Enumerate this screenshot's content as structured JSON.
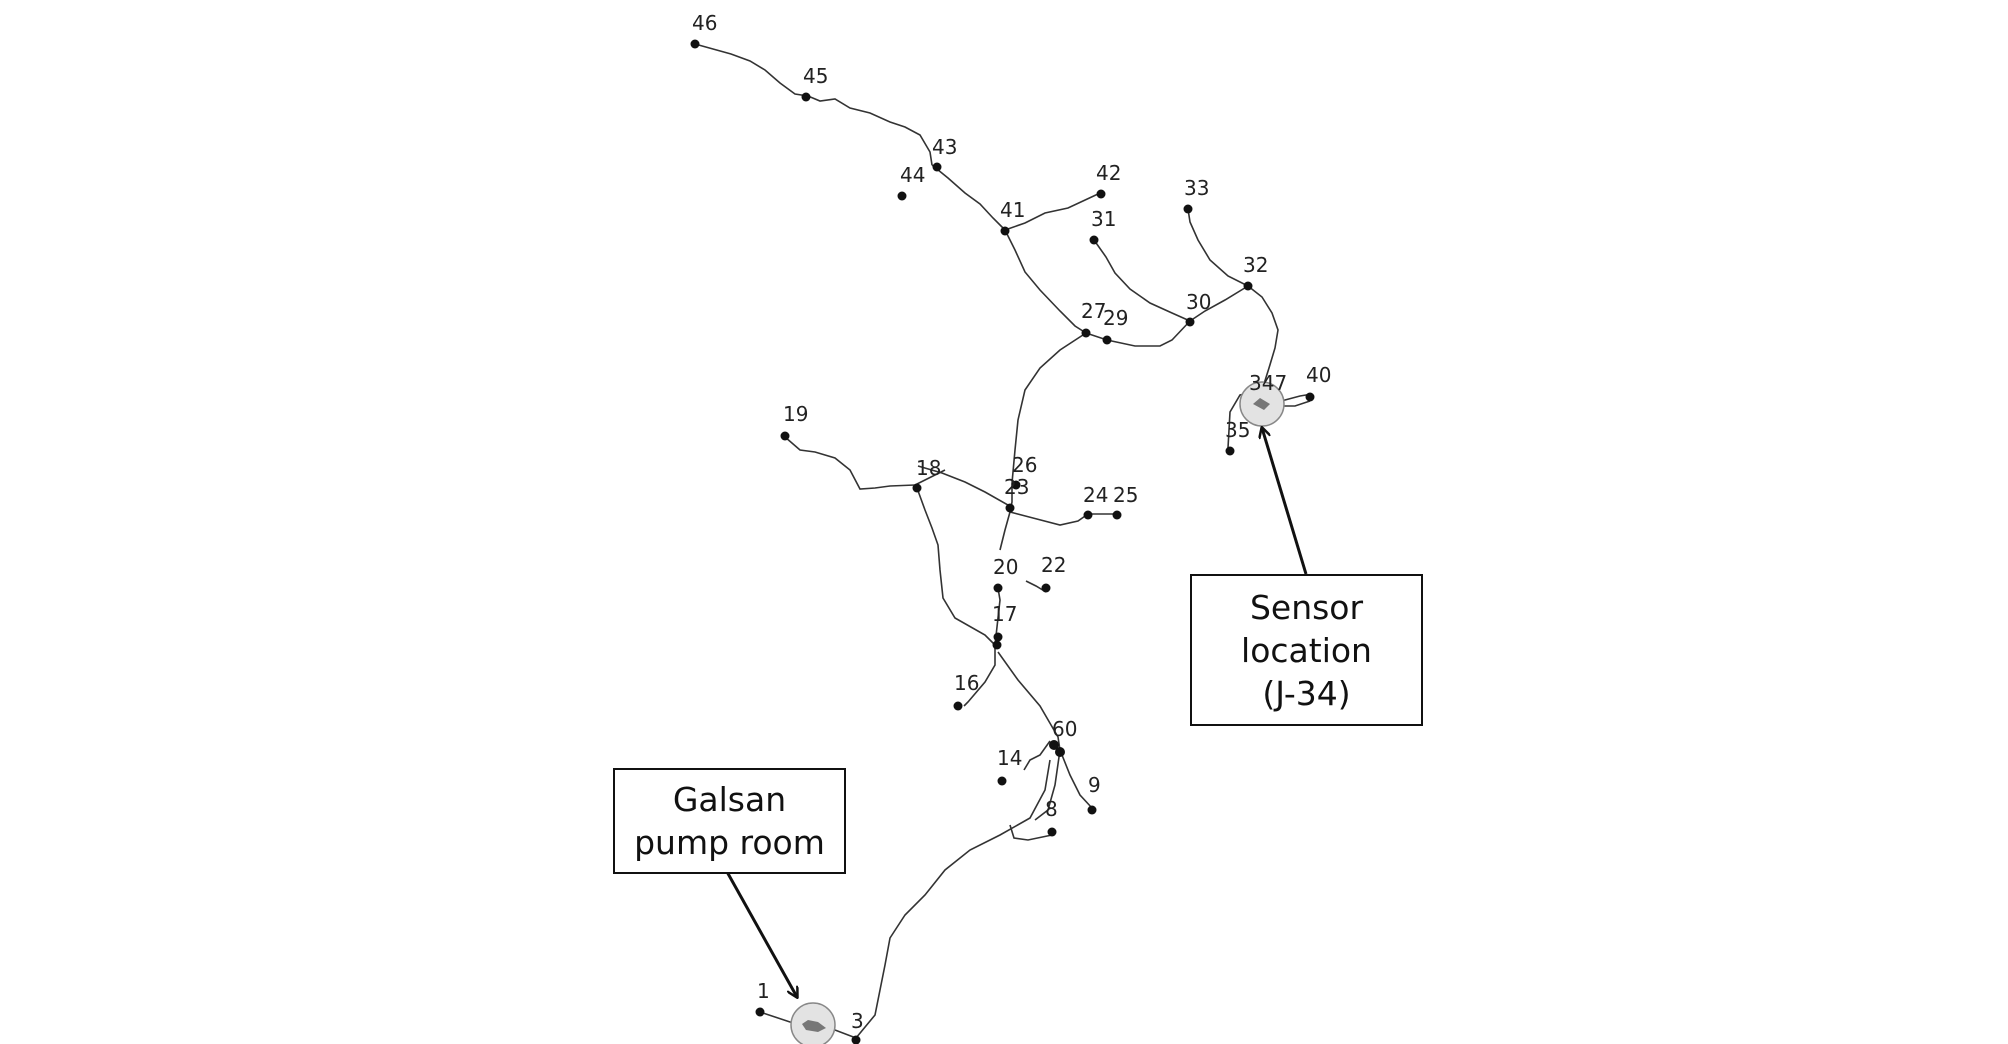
{
  "callouts": {
    "pump": {
      "line1": "Galsan",
      "line2": "pump room"
    },
    "sensor": {
      "line1": "Sensor",
      "line2": "location",
      "line3": "(J-34)"
    }
  },
  "nodes": [
    {
      "id": "n1",
      "label": "1"
    },
    {
      "id": "n3",
      "label": "3"
    },
    {
      "id": "n8",
      "label": "8"
    },
    {
      "id": "n9",
      "label": "9"
    },
    {
      "id": "n14",
      "label": "14"
    },
    {
      "id": "n60",
      "label": "60"
    },
    {
      "id": "n16",
      "label": "16"
    },
    {
      "id": "n17",
      "label": "17"
    },
    {
      "id": "n20",
      "label": "20"
    },
    {
      "id": "n22",
      "label": "22"
    },
    {
      "id": "n18",
      "label": "18"
    },
    {
      "id": "n19",
      "label": "19"
    },
    {
      "id": "n23",
      "label": "23"
    },
    {
      "id": "n26",
      "label": "26"
    },
    {
      "id": "n24",
      "label": "24"
    },
    {
      "id": "n25",
      "label": "25"
    },
    {
      "id": "n27",
      "label": "27"
    },
    {
      "id": "n29",
      "label": "29"
    },
    {
      "id": "n30",
      "label": "30"
    },
    {
      "id": "n31",
      "label": "31"
    },
    {
      "id": "n32",
      "label": "32"
    },
    {
      "id": "n33",
      "label": "33"
    },
    {
      "id": "n34",
      "label": "347"
    },
    {
      "id": "n35",
      "label": "35"
    },
    {
      "id": "n40",
      "label": "40"
    },
    {
      "id": "n41",
      "label": "41"
    },
    {
      "id": "n42",
      "label": "42"
    },
    {
      "id": "n43",
      "label": "43"
    },
    {
      "id": "n44",
      "label": "44"
    },
    {
      "id": "n45",
      "label": "45"
    },
    {
      "id": "n46",
      "label": "46"
    }
  ]
}
